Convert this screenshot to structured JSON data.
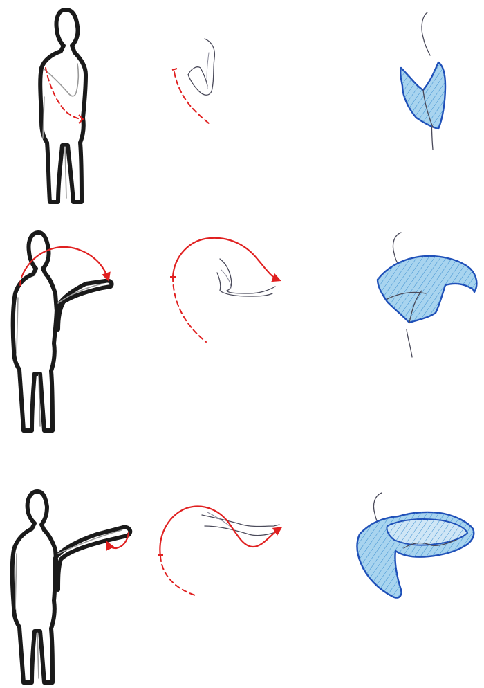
{
  "colors": {
    "trajectory": "#e02020",
    "volume_fill": "#a8d4ef",
    "volume_stroke": "#1f4fb8",
    "hatch": "#3c8fd0",
    "outline": "#1a1a1a"
  },
  "rows": [
    {
      "id": "row-1",
      "gesture": "arm-across-chest"
    },
    {
      "id": "row-2",
      "gesture": "arm-bent-forward"
    },
    {
      "id": "row-3",
      "gesture": "arm-extended"
    }
  ]
}
